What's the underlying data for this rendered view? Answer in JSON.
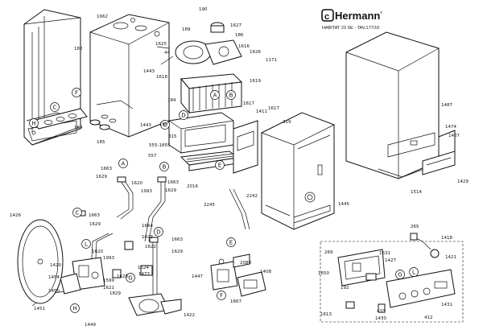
{
  "header": {
    "brand": "Hermann",
    "model": "HABITAT 23 SE - TAV.177/10"
  },
  "callout_letters": [
    "A",
    "B",
    "C",
    "D",
    "E",
    "F",
    "G",
    "H",
    "L"
  ],
  "part_numbers": [
    "1662",
    "190",
    "1627",
    "186",
    "189",
    "1625",
    "44",
    "1626",
    "1616",
    "1171",
    "1443",
    "1618",
    "1619",
    "184",
    "1617",
    "1443",
    "188",
    "1411",
    "1617",
    "319",
    "1487",
    "1474",
    "1407",
    "315",
    "555-1855",
    "557",
    "2016",
    "1514",
    "1429",
    "182",
    "184",
    "185",
    "1663",
    "1629",
    "1620",
    "1993",
    "1663",
    "1629",
    "2242",
    "2245",
    "1445",
    "1426",
    "1663",
    "1629",
    "1664",
    "1623",
    "1663",
    "1622",
    "1629",
    "1620",
    "1993",
    "1628",
    "1624",
    "1477",
    "1420",
    "1454",
    "1599",
    "1621",
    "1450",
    "1829",
    "1451",
    "1449",
    "1422",
    "2089",
    "1447",
    "1408",
    "1667",
    "265",
    "1418",
    "269",
    "1631",
    "1427",
    "1421",
    "1650",
    "192",
    "1613",
    "433",
    "1430",
    "1431",
    "412"
  ]
}
